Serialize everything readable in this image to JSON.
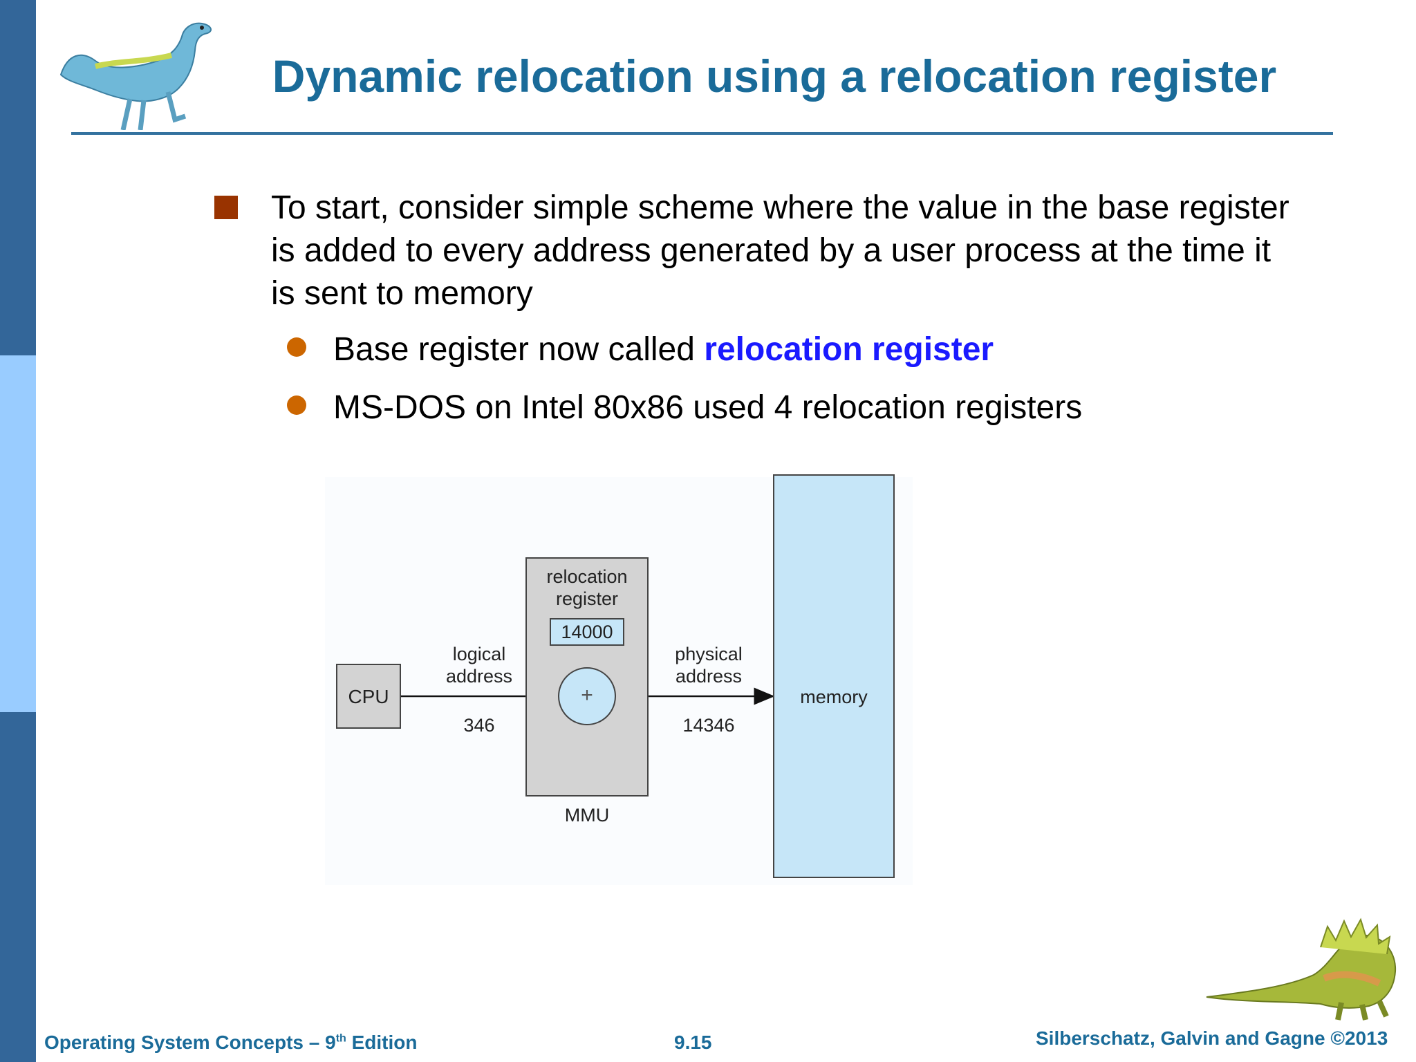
{
  "slide": {
    "title": "Dynamic relocation using a relocation register",
    "bullet_text": "To start, consider simple scheme where the value in the base register is added to every address generated by a user process at the time it is sent to memory",
    "sub_bullets": [
      {
        "prefix": "Base register now called ",
        "highlight": "relocation register"
      },
      {
        "text": "MS-DOS on Intel 80x86 used 4 relocation registers"
      }
    ]
  },
  "diagram": {
    "cpu": "CPU",
    "logical_line1": "logical",
    "logical_line2": "address",
    "logical_value": "346",
    "reg_line1": "relocation",
    "reg_line2": "register",
    "reg_value": "14000",
    "plus": "+",
    "mmu": "MMU",
    "physical_line1": "physical",
    "physical_line2": "address",
    "physical_value": "14346",
    "memory": "memory"
  },
  "footer": {
    "left_prefix": "Operating System Concepts – 9",
    "left_sup": "th",
    "left_suffix": " Edition",
    "center": "9.15",
    "right": "Silberschatz, Galvin and Gagne ©2013"
  },
  "colors": {
    "title": "#1a6b99",
    "highlight": "#1a1aff",
    "bullet_square": "#993300",
    "bullet_dot": "#cc6600",
    "memory_fill": "#c6e6f8",
    "mmu_fill": "#d3d3d3"
  }
}
